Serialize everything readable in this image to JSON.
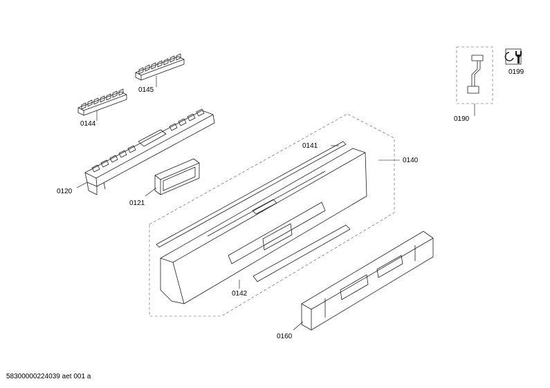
{
  "parts": [
    {
      "id": "p0144",
      "label": "0144"
    },
    {
      "id": "p0145",
      "label": "0145"
    },
    {
      "id": "p0120",
      "label": "0120"
    },
    {
      "id": "p0121",
      "label": "0121"
    },
    {
      "id": "p0141",
      "label": "0141"
    },
    {
      "id": "p0140",
      "label": "0140"
    },
    {
      "id": "p0142",
      "label": "0142"
    },
    {
      "id": "p0160",
      "label": "0160"
    },
    {
      "id": "p0190",
      "label": "0190"
    },
    {
      "id": "p0199",
      "label": "0199"
    }
  ],
  "footer": "58300000224039 aet 001 a"
}
